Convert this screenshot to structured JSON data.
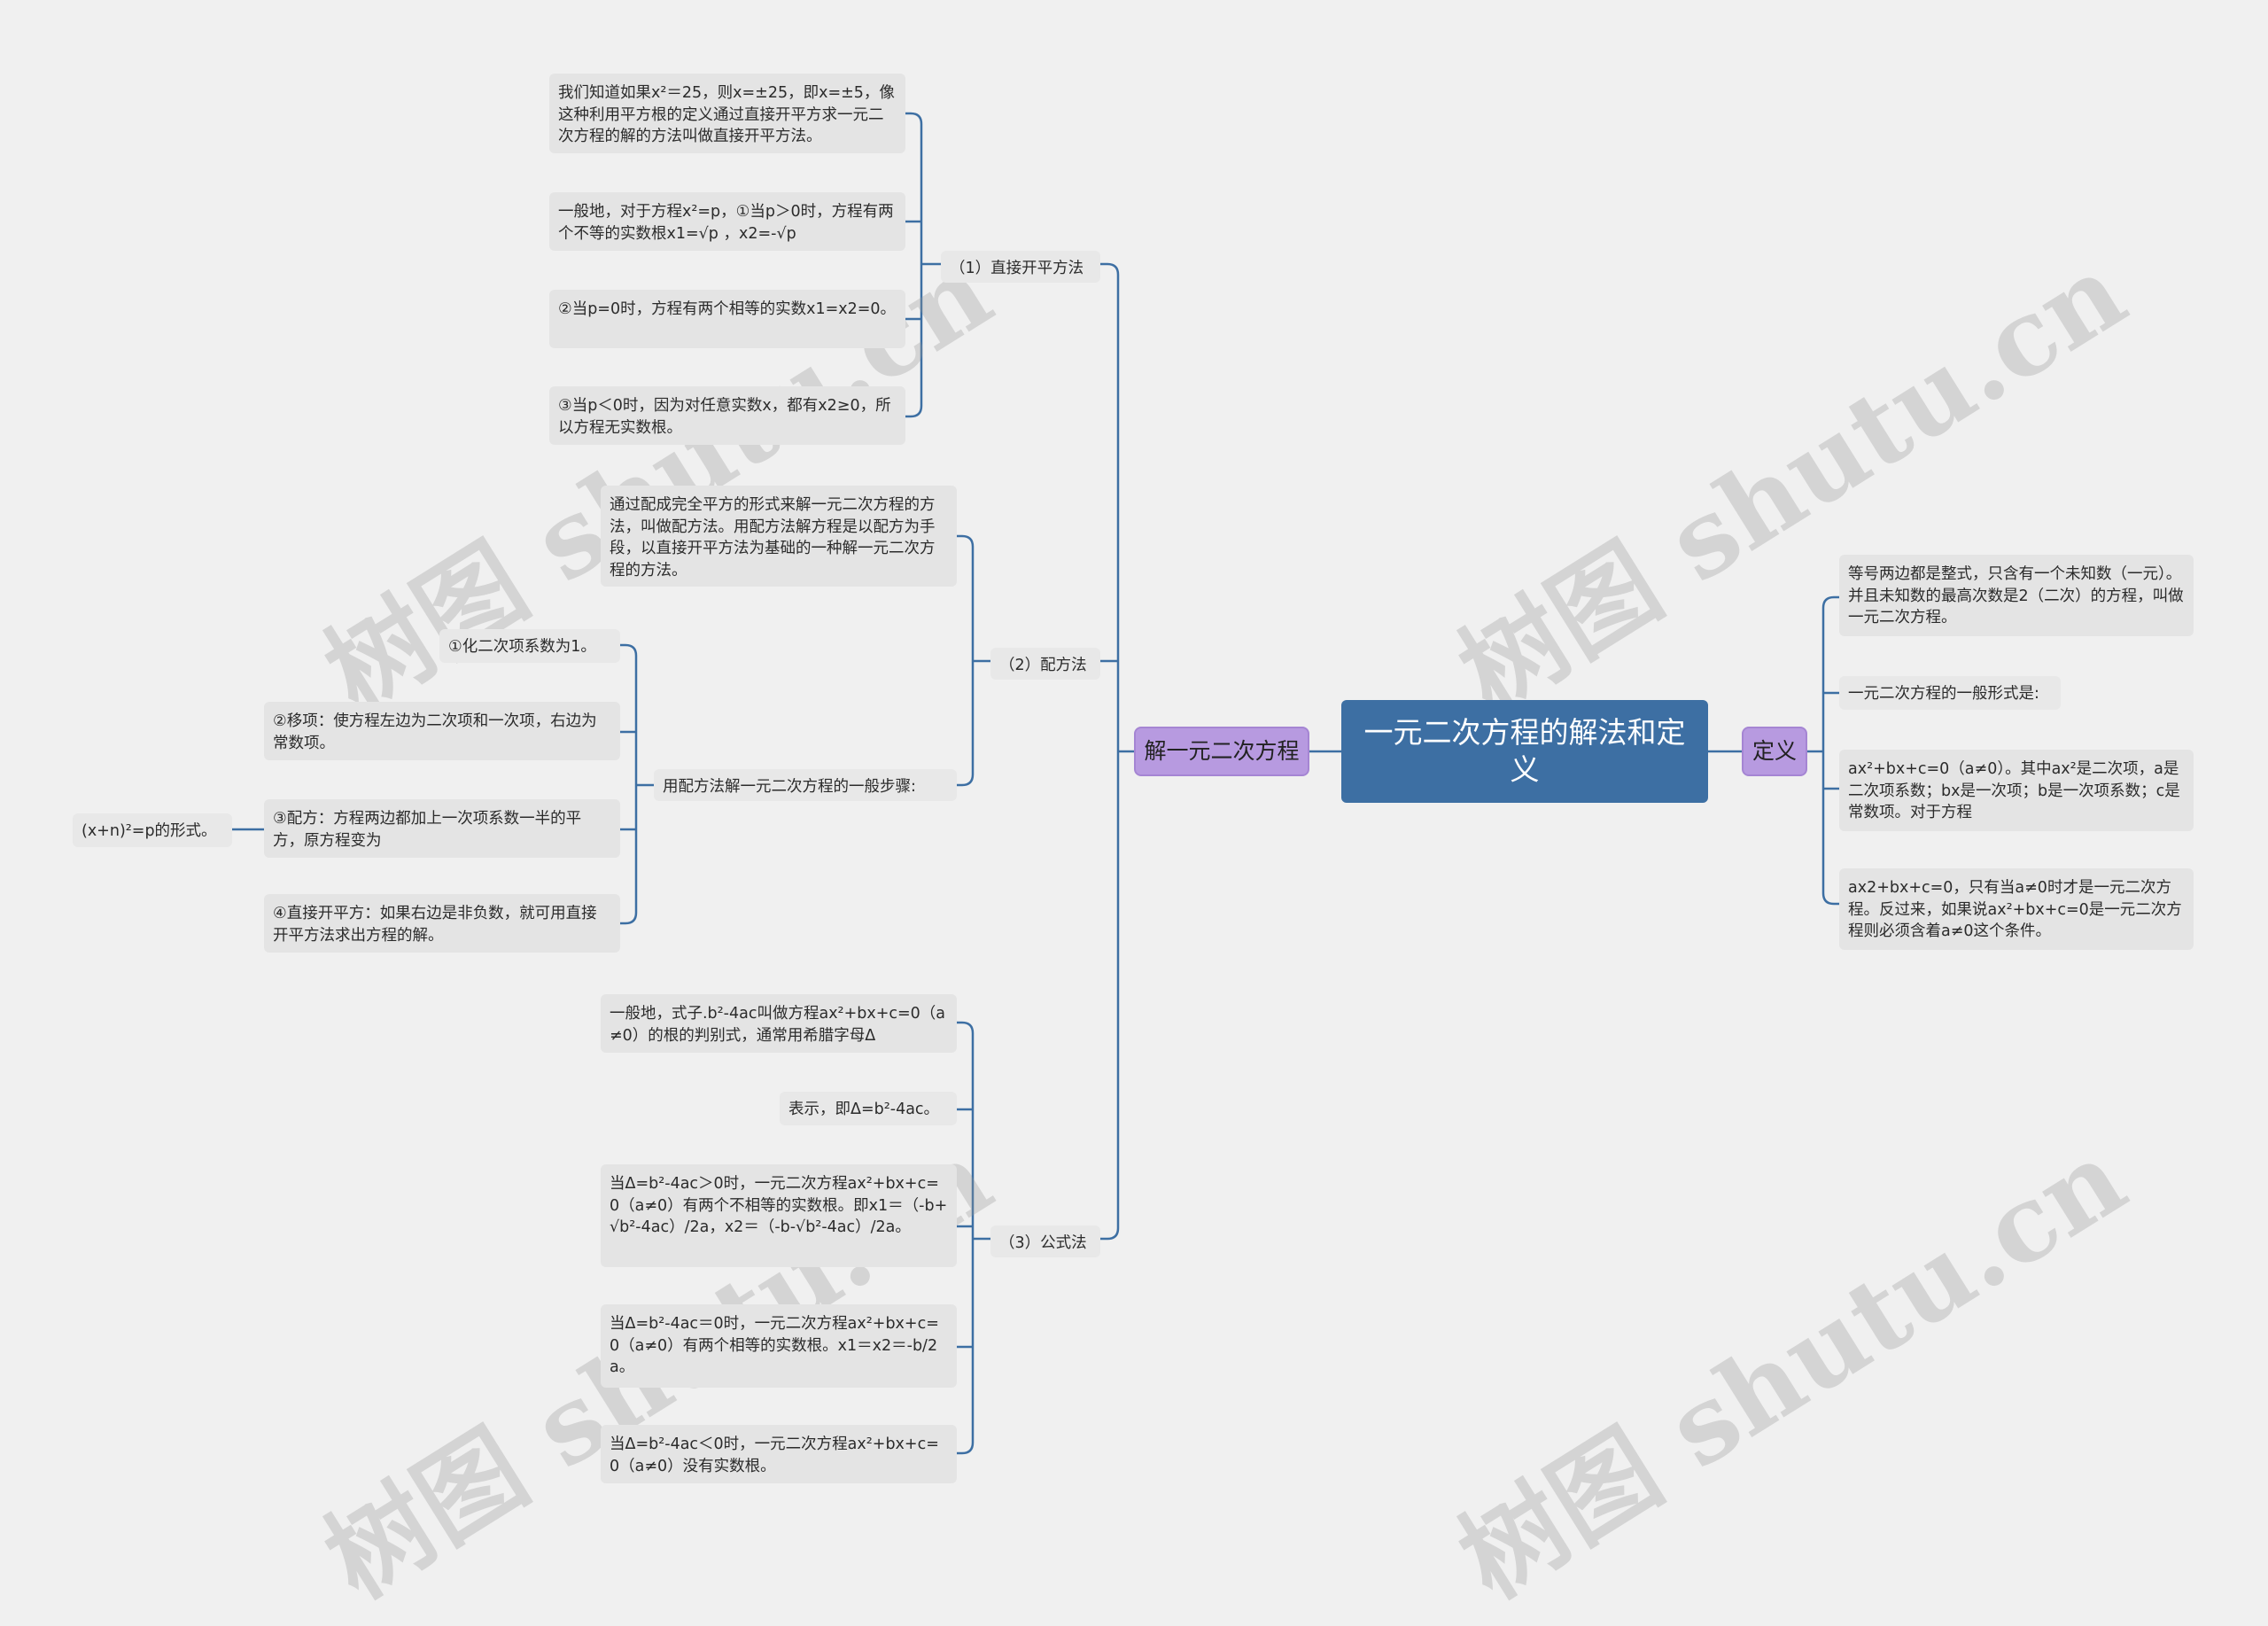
{
  "root": {
    "title": "一元二次方程的解法和定义"
  },
  "branches": {
    "solve": "解一元二次方程",
    "define": "定义"
  },
  "methods": {
    "direct": {
      "label": "（1）直接开平方法",
      "items": [
        "我们知道如果x²＝25，则x=±25，即x=±5，像这种利用平方根的定义通过直接开平方求一元二次方程的解的方法叫做直接开平方法。",
        "一般地，对于方程x²=p，①当p＞0时，方程有两个不等的实数根x1=√p ，x2=-√p",
        "②当p=0时，方程有两个相等的实数x1=x2=0。",
        "③当p＜0时，因为对任意实数x，都有x2≥0，所以方程无实数根。"
      ]
    },
    "complete": {
      "label": "（2）配方法",
      "intro": "通过配成完全平方的形式来解一元二次方程的方法，叫做配方法。用配方法解方程是以配方为手段，以直接开平方法为基础的一种解一元二次方程的方法。",
      "steps_label": "用配方法解一元二次方程的一般步骤:",
      "steps": [
        "①化二次项系数为1。",
        "②移项：使方程左边为二次项和一次项，右边为常数项。",
        "③配方：方程两边都加上一次项系数一半的平方，原方程变为",
        "④直接开平方：如果右边是非负数，就可用直接开平方法求出方程的解。"
      ],
      "step3_child": "(x+n)²=p的形式。"
    },
    "formula": {
      "label": "（3）公式法",
      "items": [
        "一般地，式子.b²-4ac叫做方程ax²+bx+c=0（a≠0）的根的判别式，通常用希腊字母Δ",
        "表示，即Δ=b²-4ac。",
        "当Δ=b²-4ac＞0时，一元二次方程ax²+bx+c=0（a≠0）有两个不相等的实数根。即x1＝（-b+√b²-4ac）/2a，x2＝（-b-√b²-4ac）/2a。",
        "当Δ=b²-4ac＝0时，一元二次方程ax²+bx+c=0（a≠0）有两个相等的实数根。x1＝x2＝-b/2a。",
        "当Δ=b²-4ac＜0时，一元二次方程ax²+bx+c=0（a≠0）没有实数根。"
      ]
    }
  },
  "definition": {
    "items": [
      "等号两边都是整式，只含有一个未知数（一元）。并且未知数的最高次数是2（二次）的方程，叫做一元二次方程。",
      "一元二次方程的一般形式是:",
      "ax²+bx+c=0（a≠0）。其中ax²是二次项，a是二次项系数；bx是一次项；b是一次项系数；c是常数项。对于方程",
      "ax2+bx+c=0，只有当a≠0时才是一元二次方程。反过来，如果说ax²+bx+c=0是一元二次方程则必须含着a≠0这个条件。"
    ]
  },
  "watermark": "树图 shutu.cn",
  "colors": {
    "line": "#3d6fa3",
    "root": "#3d6fa3",
    "branch": "#b79ae0",
    "leaf": "#e4e4e4"
  }
}
